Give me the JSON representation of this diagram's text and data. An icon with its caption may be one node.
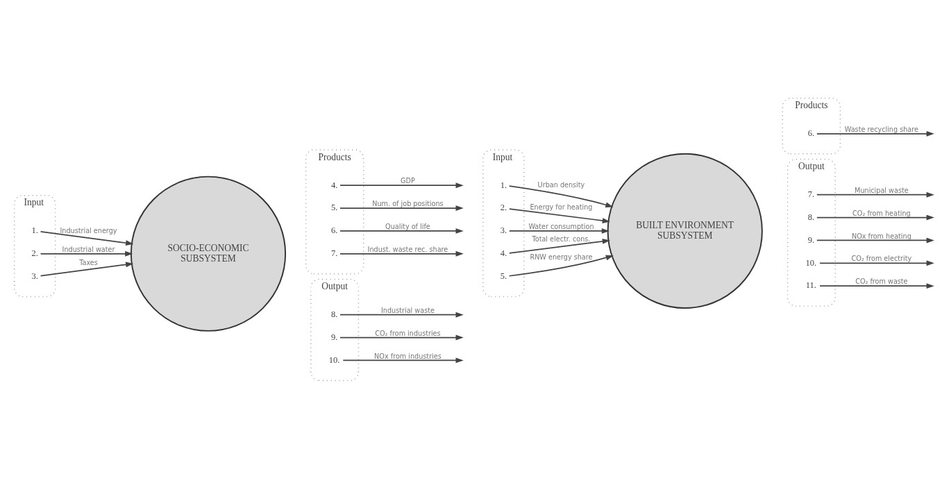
{
  "diagram": {
    "nodes": [
      {
        "text": [
          "SOCIO-ECONOMIC SUBSYSTEM"
        ]
      },
      {
        "text": [
          "Input"
        ]
      },
      {
        "text": [
          "1."
        ],
        "in": 1
      },
      {
        "text": [
          "2."
        ],
        "in": 1
      },
      {
        "text": [
          "3."
        ],
        "in": 1
      },
      {
        "text": [
          "Products"
        ]
      },
      {
        "text": [
          "4."
        ],
        "in": 5
      },
      {
        "text": [
          "5."
        ],
        "in": 5
      },
      {
        "text": [
          "6."
        ],
        "in": 5
      },
      {
        "text": [
          "7."
        ],
        "in": 5
      },
      {
        "text": [
          "Output"
        ]
      },
      {
        "text": [
          "8."
        ],
        "in": 10
      },
      {
        "text": [
          "9."
        ],
        "in": 10
      },
      {
        "text": [
          "10."
        ],
        "in": 10
      },
      {
        "text": [
          "BUILT ENVIRONMENT SUBSYSTEM"
        ]
      },
      {
        "text": [
          "Input"
        ]
      },
      {
        "text": [
          "1."
        ],
        "in": 15
      },
      {
        "text": [
          "2."
        ],
        "in": 15
      },
      {
        "text": [
          "3."
        ],
        "in": 15
      },
      {
        "text": [
          "4."
        ],
        "in": 15
      },
      {
        "text": [
          "5."
        ],
        "in": 15
      },
      {
        "text": [
          "Products"
        ]
      },
      {
        "text": [
          "6."
        ],
        "in": 21
      },
      {
        "text": [
          "Output"
        ]
      },
      {
        "text": [
          "7."
        ],
        "in": 23
      },
      {
        "text": [
          "8."
        ],
        "in": 23
      },
      {
        "text": [
          "9."
        ],
        "in": 23
      },
      {
        "text": [
          "10."
        ],
        "in": 23
      },
      {
        "text": [
          "11."
        ],
        "in": 23
      }
    ],
    "edges": [
      {
        "from": 2,
        "to": 0,
        "arrow": "to",
        "label": "Industrial energy"
      },
      {
        "from": 3,
        "to": 0,
        "arrow": "to",
        "label": "Industrial water"
      },
      {
        "from": 4,
        "to": 0,
        "arrow": "to",
        "label": "Taxes"
      },
      {
        "from": 6,
        "to": null,
        "arrow": "to",
        "label": "GDP"
      },
      {
        "from": 7,
        "to": null,
        "arrow": "to",
        "label": "Num. of job positions"
      },
      {
        "from": 8,
        "to": null,
        "arrow": "to",
        "label": "Quality of life"
      },
      {
        "from": 9,
        "to": null,
        "arrow": "to",
        "label": "Indust. waste rec. share"
      },
      {
        "from": 11,
        "to": null,
        "arrow": "to",
        "label": "Industrial waste"
      },
      {
        "from": 12,
        "to": null,
        "arrow": "to",
        "label": "CO₂ from industries"
      },
      {
        "from": 13,
        "to": null,
        "arrow": "to",
        "label": "NOx from industries"
      },
      {
        "from": 16,
        "to": 14,
        "arrow": "to",
        "label": "Urban density"
      },
      {
        "from": 17,
        "to": 14,
        "arrow": "to",
        "label": "Energy for heating"
      },
      {
        "from": 18,
        "to": 14,
        "arrow": "to",
        "label": "Water consumption"
      },
      {
        "from": 19,
        "to": 14,
        "arrow": "to",
        "label": "Total electr. cons."
      },
      {
        "from": 20,
        "to": 14,
        "arrow": "to",
        "label": "RNW energy share"
      },
      {
        "from": 22,
        "to": null,
        "arrow": "to",
        "label": "Waste recycling share"
      },
      {
        "from": 24,
        "to": null,
        "arrow": "to",
        "label": "Municipal waste"
      },
      {
        "from": 25,
        "to": null,
        "arrow": "to",
        "label": "CO₂ from heating"
      },
      {
        "from": 26,
        "to": null,
        "arrow": "to",
        "label": "NOx from heating"
      },
      {
        "from": 27,
        "to": null,
        "arrow": "to",
        "label": "CO₂ from electrity"
      },
      {
        "from": 28,
        "to": null,
        "arrow": "to",
        "label": "CO₂ from waste"
      }
    ]
  }
}
